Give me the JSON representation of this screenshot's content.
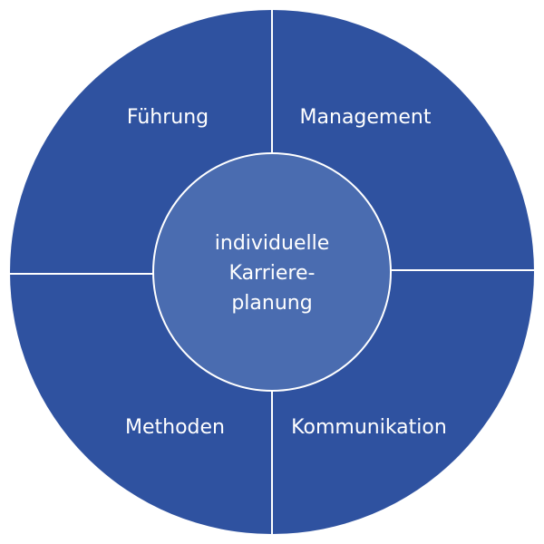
{
  "diagram": {
    "center": {
      "lines": [
        "individuelle",
        "Karriere-",
        "planung"
      ]
    },
    "quadrants": {
      "top_left": "Führung",
      "top_right": "Management",
      "bottom_left": "Methoden",
      "bottom_right": "Kommunikation"
    },
    "colors": {
      "outer_ring": "#2f52a0",
      "center_circle": "#4a6cb0",
      "divider": "#ffffff",
      "text": "#ffffff"
    }
  }
}
